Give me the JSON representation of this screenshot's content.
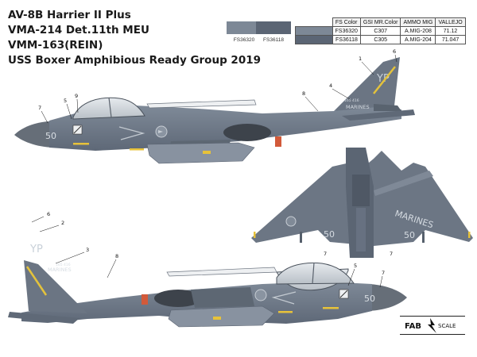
{
  "title_lines": [
    "AV-8B Harrier II Plus",
    "VMA-214 Det.11th MEU",
    "VMM-163(REIN)",
    "USS Boxer Amphibious Ready Group 2019"
  ],
  "swatches": [
    {
      "code": "FS36320",
      "color": "#7d8896"
    },
    {
      "code": "FS36118",
      "color": "#5b6574"
    }
  ],
  "color_table": {
    "headers": [
      "FS Color",
      "GSI MR.Color",
      "AMMO MIG",
      "VALLEJO"
    ],
    "rows": [
      {
        "fs": "FS36320",
        "gsi": "C307",
        "ammo": "A.MIG-208",
        "vallejo": "71.12",
        "color": "#7d8896"
      },
      {
        "fs": "FS36118",
        "gsi": "C305",
        "ammo": "A.MIG-204",
        "vallejo": "71.047",
        "color": "#5b6574"
      }
    ]
  },
  "markings": {
    "tail_code": "YP",
    "nose_number": "50",
    "wing_text": "MARINES",
    "bureau_number": "165 416",
    "tail_marines": "MARINES"
  },
  "callouts": [
    "1",
    "2",
    "3",
    "4",
    "5",
    "6",
    "7",
    "8",
    "9"
  ],
  "logo": {
    "left": "FAB",
    "right": "SCALE"
  }
}
